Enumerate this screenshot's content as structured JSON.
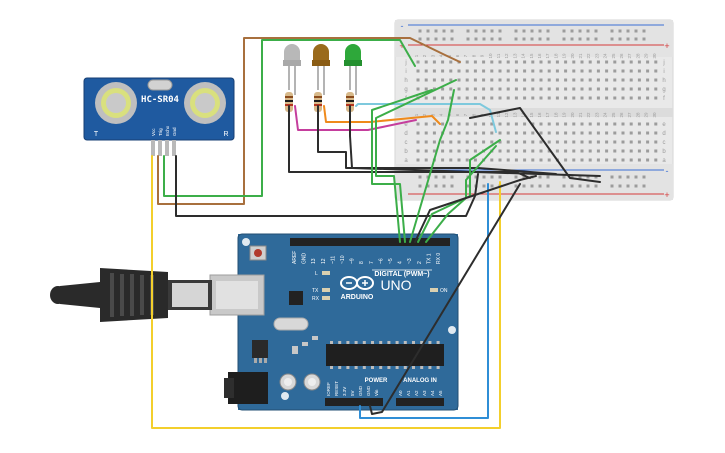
{
  "sensor": {
    "label": "HC-SR04",
    "pins": [
      "Vcc",
      "Trig",
      "Echo",
      "Gnd"
    ],
    "corner_left": "T",
    "corner_right": "R"
  },
  "leds": [
    {
      "color_name": "gray",
      "color": "#b8b8b8"
    },
    {
      "color_name": "brown",
      "color": "#9a6a1c"
    },
    {
      "color_name": "green",
      "color": "#2ea83a"
    }
  ],
  "breadboard": {
    "top_rail_plus": "+",
    "top_rail_minus": "-",
    "bottom_rail_minus": "-",
    "bottom_rail_plus": "+",
    "row_letters_top": [
      "j",
      "i",
      "h",
      "g",
      "f"
    ],
    "row_letters_bottom": [
      "e",
      "d",
      "c",
      "b",
      "a"
    ],
    "column_numbers": [
      "1",
      "2",
      "3",
      "4",
      "5",
      "6",
      "7",
      "8",
      "9",
      "10",
      "11",
      "12",
      "13",
      "14",
      "15",
      "16",
      "17",
      "18",
      "19",
      "20",
      "21",
      "22",
      "23",
      "24",
      "25",
      "26",
      "27",
      "28",
      "29",
      "30"
    ]
  },
  "arduino": {
    "brand": "ARDUINO",
    "model": "UNO",
    "digital_label": "DIGITAL (PWM~)",
    "power_label": "POWER",
    "analog_label": "ANALOG IN",
    "on_label": "ON",
    "tx_label": "TX",
    "rx_label": "RX",
    "l_label": "L",
    "top_header_labels": [
      "AREF",
      "GND",
      "13",
      "12",
      "~11",
      "~10",
      "~9",
      "8",
      "7",
      "~6",
      "~5",
      "4",
      "~3",
      "2",
      "TX 1",
      "RX 0"
    ],
    "power_header_labels": [
      "IOREF",
      "RESET",
      "3.3V",
      "5V",
      "GND",
      "GND",
      "Vin"
    ],
    "analog_header_labels": [
      "A0",
      "A1",
      "A2",
      "A3",
      "A4",
      "A5"
    ]
  },
  "wire_colors": {
    "brown": "#a8703e",
    "green": "#3cae49",
    "black": "#2d2d2d",
    "cyan": "#7ec9dd",
    "orange": "#ef8a1b",
    "magenta": "#c53e9d",
    "yellow": "#f3cf2c",
    "blue": "#2f8ed6",
    "board_blue": "#2f6a9a",
    "breadboard": "#ececec"
  }
}
